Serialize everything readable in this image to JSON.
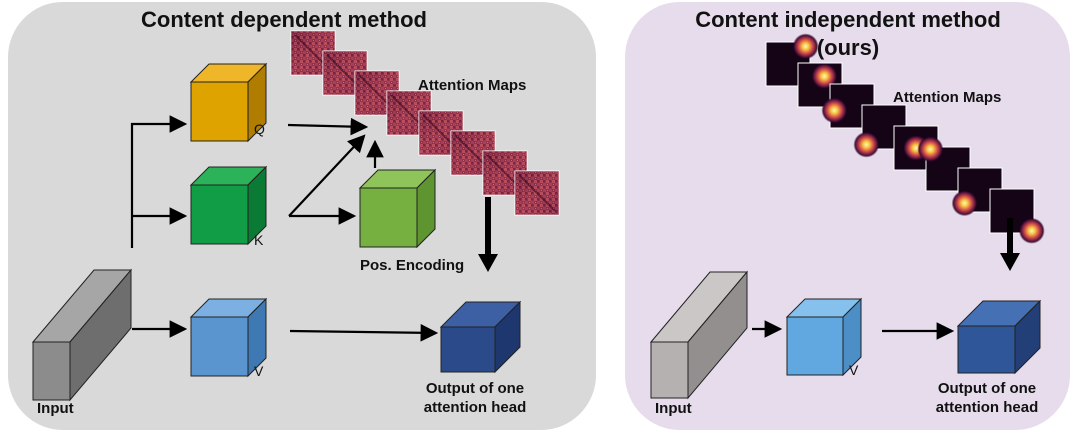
{
  "left_panel": {
    "title": "Content dependent method",
    "attention_label": "Attention Maps",
    "q_label": "Q",
    "k_label": "K",
    "v_label": "V",
    "pos_encoding_label": "Pos. Encoding",
    "input_label": "Input",
    "output_label_line1": "Output of one",
    "output_label_line2": "attention head",
    "attention_map_count": 8
  },
  "right_panel": {
    "title_line1": "Content independent method",
    "title_line2": "(ours)",
    "attention_label": "Attention Maps",
    "v_label": "V",
    "input_label": "Input",
    "output_label_line1": "Output of one",
    "output_label_line2": "attention head",
    "attention_map_count": 8
  },
  "colors": {
    "left_bg": "#d9d9d9",
    "right_bg": "#e6dcec",
    "query_cube": "#dfa300",
    "key_cube": "#119c46",
    "pos_cube": "#76b041",
    "value_cube": "#5b95cf",
    "value_cube_right": "#62a8e0",
    "output_cube": "#2b4a8a",
    "output_cube_right": "#2f5699",
    "input_cube": "#8c8c8c",
    "input_cube_right": "#b5b1b1",
    "map_dark": "#150416",
    "map_hot": "#f2c53f"
  }
}
